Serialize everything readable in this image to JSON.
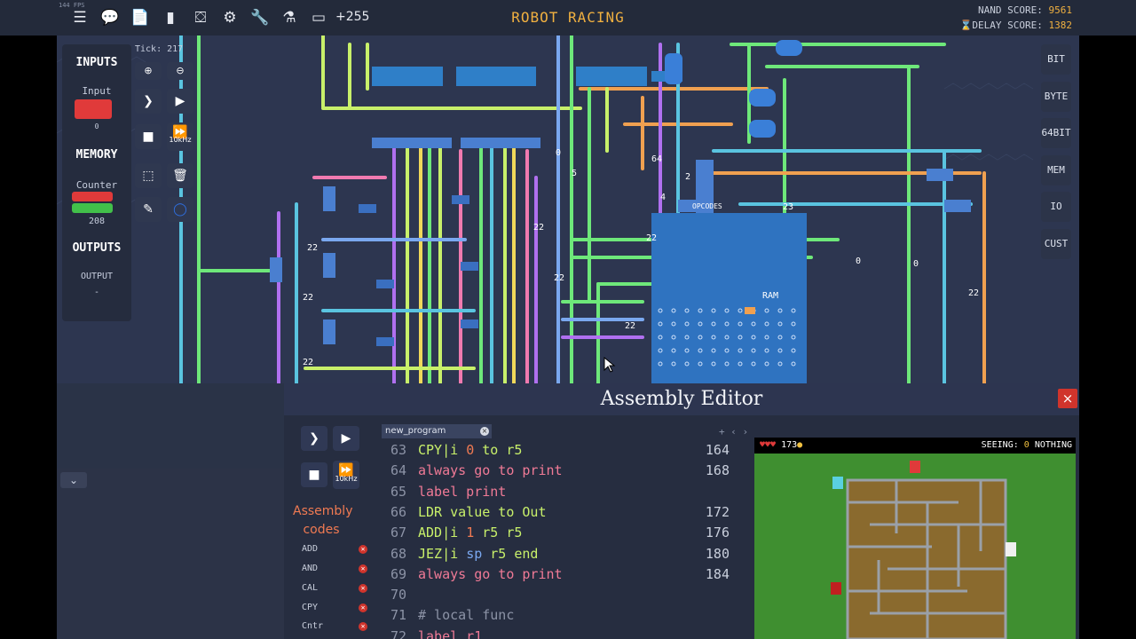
{
  "topbar": {
    "fps": "144 FPS",
    "plus_count": "+255",
    "title": "ROBOT RACING",
    "nand_label": "NAND SCORE:",
    "nand_value": "9561",
    "delay_label": "DELAY SCORE:",
    "delay_value": "1382",
    "icons": [
      "menu-icon",
      "chat-icon",
      "document-icon",
      "book-icon",
      "hierarchy-icon",
      "gear-icon",
      "wrench-icon",
      "flask-icon",
      "component-icon"
    ]
  },
  "left_panel": {
    "inputs_header": "INPUTS",
    "input_label": "Input",
    "input_value": "0",
    "memory_header": "MEMORY",
    "counter_label": "Counter",
    "counter_value": "208",
    "outputs_header": "OUTPUTS",
    "output_label": "OUTPUT",
    "output_value": "-"
  },
  "sim_controls": {
    "tick": "Tick: 217",
    "speed": "10kHz"
  },
  "right_buttons": [
    "BIT",
    "BYTE",
    "64BIT",
    "MEM",
    "IO",
    "CUST"
  ],
  "circuit_labels": {
    "ram": "RAM",
    "opcodes": "OPCODES",
    "values": [
      "22",
      "22",
      "22",
      "22",
      "22",
      "22",
      "22",
      "22",
      "0",
      "0",
      "0",
      "23",
      "5",
      "4",
      "64",
      "2"
    ]
  },
  "editor": {
    "title": "Assembly Editor",
    "close": "×",
    "speed": "10kHz",
    "tab_name": "new_program",
    "tab_close": "×",
    "tab_controls": "+ ‹ ›",
    "codes_title": "Assembly codes",
    "codes": [
      "ADD",
      "AND",
      "CAL",
      "CPY",
      "Cntr"
    ],
    "lines": [
      {
        "n": "63",
        "parts": [
          [
            "CPY|i ",
            "#c8f06a"
          ],
          [
            "0",
            "#f07a52"
          ],
          [
            " to r5",
            "#c8f06a"
          ]
        ],
        "addr": "164"
      },
      {
        "n": "64",
        "parts": [
          [
            "always go to print",
            "#f07a96"
          ]
        ],
        "addr": "168"
      },
      {
        "n": "65",
        "parts": [
          [
            "label print",
            "#f07a96"
          ]
        ],
        "addr": ""
      },
      {
        "n": "66",
        "parts": [
          [
            "LDR value to Out",
            "#c8f06a"
          ]
        ],
        "addr": "172"
      },
      {
        "n": "67",
        "parts": [
          [
            "ADD|i ",
            "#c8f06a"
          ],
          [
            "1",
            "#f07a52"
          ],
          [
            " r5 r5",
            "#c8f06a"
          ]
        ],
        "addr": "176"
      },
      {
        "n": "68",
        "parts": [
          [
            "JEZ|i ",
            "#c8f06a"
          ],
          [
            "sp",
            "#7aa8f0"
          ],
          [
            " r5 end",
            "#c8f06a"
          ]
        ],
        "addr": "180"
      },
      {
        "n": "69",
        "parts": [
          [
            "always go to print",
            "#f07a96"
          ]
        ],
        "addr": "184"
      },
      {
        "n": "70",
        "parts": [
          [
            "",
            "#c8f06a"
          ]
        ],
        "addr": ""
      },
      {
        "n": "71",
        "parts": [
          [
            "# local func",
            "#8c93a6"
          ]
        ],
        "addr": ""
      },
      {
        "n": "72",
        "parts": [
          [
            "label r1",
            "#f07a96"
          ]
        ],
        "addr": ""
      }
    ]
  },
  "game": {
    "hearts": "♥♥♥",
    "coins": "173",
    "seeing_label": "SEEING:",
    "seeing_count": "0",
    "seeing_value": "NOTHING"
  }
}
